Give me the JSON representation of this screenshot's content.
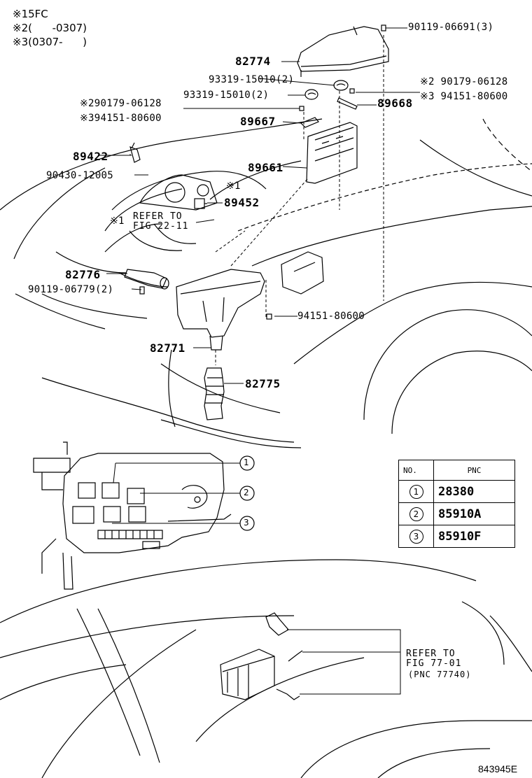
{
  "legend": [
    {
      "mark": "※1",
      "text": "5FC"
    },
    {
      "mark": "※2",
      "text": "(      -0307)"
    },
    {
      "mark": "※3",
      "text": "(0307-      )"
    }
  ],
  "parts": {
    "p90119_06691": "90119-06691(3)",
    "p82774": "82774",
    "p93319_a": "93319-15010(2)",
    "p93319_b": "93319-15010(2)",
    "p90179_left": "※290179-06128",
    "p94151_left": "※394151-80600",
    "p90179_right": "※2 90179-06128",
    "p94151_right": "※3 94151-80600",
    "p89668": "89668",
    "p89667": "89667",
    "p89422": "89422",
    "p90430": "90430-12005",
    "p89661": "89661",
    "p89452_mark": "※1",
    "p89452": "89452",
    "refer_mark": "※1",
    "refer_line1": "REFER TO",
    "refer_line2": "FIG 22-11",
    "p82776": "82776",
    "p90119_06779": "90119-06779(2)",
    "p94151_mid": "94151-80600",
    "p82771": "82771",
    "p82775": "82775"
  },
  "callouts": [
    "1",
    "2",
    "3"
  ],
  "pnc_table": {
    "headers": [
      "NO.",
      "PNC"
    ],
    "rows": [
      {
        "no": "1",
        "pnc": "28380"
      },
      {
        "no": "2",
        "pnc": "85910A"
      },
      {
        "no": "3",
        "pnc": "85910F"
      }
    ]
  },
  "refer_bottom": {
    "line1": "REFER TO",
    "line2": "FIG 77-01",
    "line3": "(PNC 77740)"
  },
  "stamp": "843945E"
}
